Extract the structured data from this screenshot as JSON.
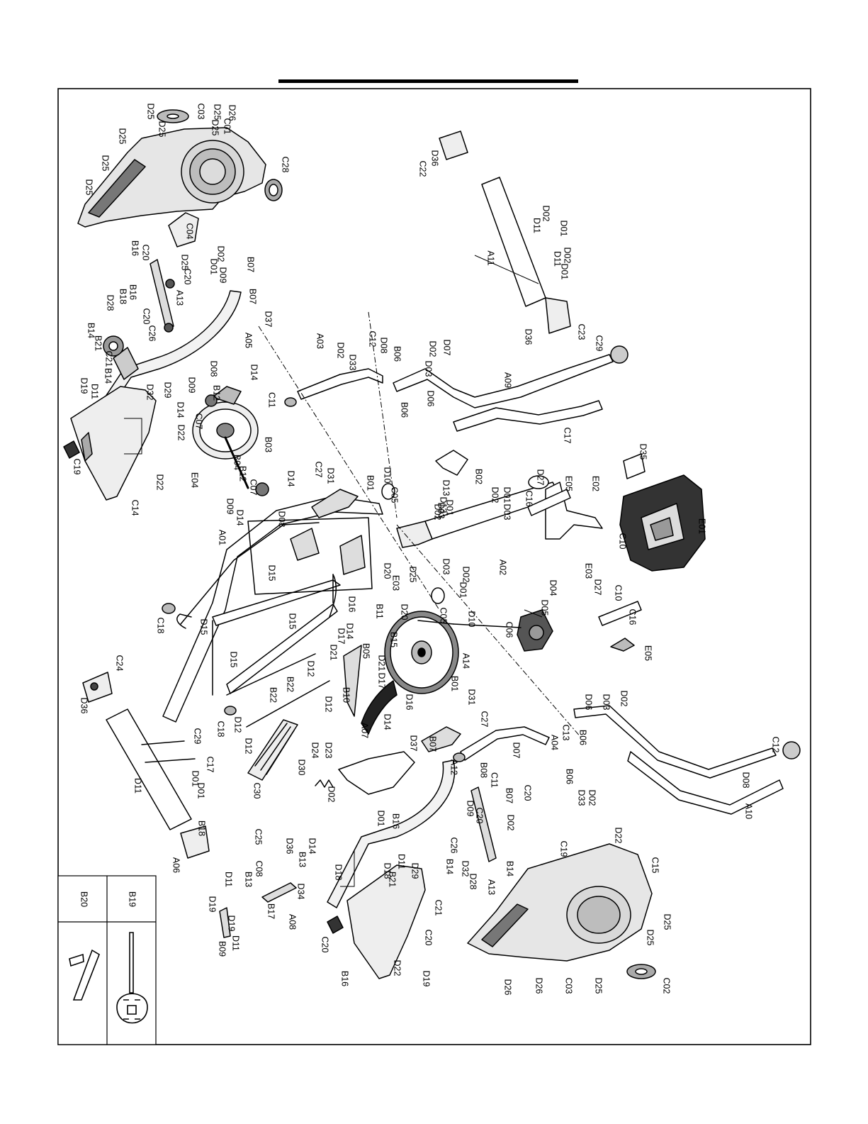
{
  "tools_table": {
    "cells": [
      {
        "code": "B20",
        "tool": "allen-key-icon"
      },
      {
        "code": "B19",
        "tool": "combination-wrench-icon"
      }
    ]
  },
  "labels": [
    {
      "t": "C01"
    },
    {
      "t": "D26"
    },
    {
      "t": "D25"
    },
    {
      "t": "C03"
    },
    {
      "t": "D25"
    },
    {
      "t": "D25"
    },
    {
      "t": "D25"
    },
    {
      "t": "D25"
    },
    {
      "t": "D25"
    },
    {
      "t": "D25"
    },
    {
      "t": "C28"
    },
    {
      "t": "C04"
    },
    {
      "t": "D25"
    },
    {
      "t": "B16"
    },
    {
      "t": "C20"
    },
    {
      "t": "D02"
    },
    {
      "t": "D01"
    },
    {
      "t": "B07"
    },
    {
      "t": "D09"
    },
    {
      "t": "C20"
    },
    {
      "t": "A13"
    },
    {
      "t": "B16"
    },
    {
      "t": "C20"
    },
    {
      "t": "B18"
    },
    {
      "t": "D28"
    },
    {
      "t": "C26"
    },
    {
      "t": "B14"
    },
    {
      "t": "B21"
    },
    {
      "t": "C21"
    },
    {
      "t": "B14"
    },
    {
      "t": "B07"
    },
    {
      "t": "D37"
    },
    {
      "t": "A05"
    },
    {
      "t": "D14"
    },
    {
      "t": "D08"
    },
    {
      "t": "D09"
    },
    {
      "t": "D32"
    },
    {
      "t": "D29"
    },
    {
      "t": "D11"
    },
    {
      "t": "D19"
    },
    {
      "t": "D14"
    },
    {
      "t": "B12"
    },
    {
      "t": "C07"
    },
    {
      "t": "D22"
    },
    {
      "t": "C19"
    },
    {
      "t": "D22"
    },
    {
      "t": "C14"
    },
    {
      "t": "B03"
    },
    {
      "t": "B04"
    },
    {
      "t": "B12"
    },
    {
      "t": "C07"
    },
    {
      "t": "D14"
    },
    {
      "t": "D09"
    },
    {
      "t": "D14"
    },
    {
      "t": "D08"
    },
    {
      "t": "E04"
    },
    {
      "t": "C22"
    },
    {
      "t": "D36"
    },
    {
      "t": "A11"
    },
    {
      "t": "D02"
    },
    {
      "t": "D11"
    },
    {
      "t": "D01"
    },
    {
      "t": "D02"
    },
    {
      "t": "D11"
    },
    {
      "t": "D01"
    },
    {
      "t": "C23"
    },
    {
      "t": "D36"
    },
    {
      "t": "C29"
    },
    {
      "t": "C12"
    },
    {
      "t": "D08"
    },
    {
      "t": "D02"
    },
    {
      "t": "D33"
    },
    {
      "t": "B06"
    },
    {
      "t": "A03"
    },
    {
      "t": "D07"
    },
    {
      "t": "D02"
    },
    {
      "t": "D03"
    },
    {
      "t": "A09"
    },
    {
      "t": "D06"
    },
    {
      "t": "B06"
    },
    {
      "t": "C11"
    },
    {
      "t": "C17"
    },
    {
      "t": "C27"
    },
    {
      "t": "D31"
    },
    {
      "t": "B01"
    },
    {
      "t": "D10"
    },
    {
      "t": "C05"
    },
    {
      "t": "B02"
    },
    {
      "t": "D13"
    },
    {
      "t": "D13"
    },
    {
      "t": "D35"
    },
    {
      "t": "D27"
    },
    {
      "t": "E05"
    },
    {
      "t": "C16"
    },
    {
      "t": "E02"
    },
    {
      "t": "D02"
    },
    {
      "t": "D03"
    },
    {
      "t": "D01"
    },
    {
      "t": "D02"
    },
    {
      "t": "D01"
    },
    {
      "t": "D03"
    },
    {
      "t": "A01"
    },
    {
      "t": "D15"
    },
    {
      "t": "D20"
    },
    {
      "t": "D25"
    },
    {
      "t": "E03"
    },
    {
      "t": "D03"
    },
    {
      "t": "D02"
    },
    {
      "t": "D01"
    },
    {
      "t": "A02"
    },
    {
      "t": "C10"
    },
    {
      "t": "E03"
    },
    {
      "t": "E01"
    },
    {
      "t": "D27"
    },
    {
      "t": "C10"
    },
    {
      "t": "D04"
    },
    {
      "t": "C16"
    },
    {
      "t": "D05"
    },
    {
      "t": "E05"
    },
    {
      "t": "C18"
    },
    {
      "t": "D15"
    },
    {
      "t": "D15"
    },
    {
      "t": "D16"
    },
    {
      "t": "D14"
    },
    {
      "t": "D17"
    },
    {
      "t": "B11"
    },
    {
      "t": "D20"
    },
    {
      "t": "B15"
    },
    {
      "t": "C05"
    },
    {
      "t": "D10"
    },
    {
      "t": "C06"
    },
    {
      "t": "D21"
    },
    {
      "t": "B05"
    },
    {
      "t": "D15"
    },
    {
      "t": "D12"
    },
    {
      "t": "A14"
    },
    {
      "t": "D21"
    },
    {
      "t": "D17"
    },
    {
      "t": "D16"
    },
    {
      "t": "D14"
    },
    {
      "t": "B10"
    },
    {
      "t": "A07"
    },
    {
      "t": "B22"
    },
    {
      "t": "B22"
    },
    {
      "t": "D12"
    },
    {
      "t": "B01"
    },
    {
      "t": "D31"
    },
    {
      "t": "C27"
    },
    {
      "t": "C24"
    },
    {
      "t": "D36"
    },
    {
      "t": "C18"
    },
    {
      "t": "D12"
    },
    {
      "t": "D12"
    },
    {
      "t": "D24"
    },
    {
      "t": "D23"
    },
    {
      "t": "D30"
    },
    {
      "t": "C30"
    },
    {
      "t": "D37"
    },
    {
      "t": "B07"
    },
    {
      "t": "C13"
    },
    {
      "t": "B06"
    },
    {
      "t": "D06"
    },
    {
      "t": "D03"
    },
    {
      "t": "D02"
    },
    {
      "t": "D07"
    },
    {
      "t": "A04"
    },
    {
      "t": "B06"
    },
    {
      "t": "D33"
    },
    {
      "t": "D02"
    },
    {
      "t": "D08"
    },
    {
      "t": "C12"
    },
    {
      "t": "A10"
    },
    {
      "t": "C29"
    },
    {
      "t": "C17"
    },
    {
      "t": "D01"
    },
    {
      "t": "D01"
    },
    {
      "t": "D11"
    },
    {
      "t": "D02"
    },
    {
      "t": "A12"
    },
    {
      "t": "B08"
    },
    {
      "t": "C11"
    },
    {
      "t": "B07"
    },
    {
      "t": "C20"
    },
    {
      "t": "D09"
    },
    {
      "t": "C20"
    },
    {
      "t": "D02"
    },
    {
      "t": "D01"
    },
    {
      "t": "B16"
    },
    {
      "t": "C26"
    },
    {
      "t": "B18"
    },
    {
      "t": "A06"
    },
    {
      "t": "C25"
    },
    {
      "t": "D36"
    },
    {
      "t": "D14"
    },
    {
      "t": "B13"
    },
    {
      "t": "C08"
    },
    {
      "t": "B13"
    },
    {
      "t": "D34"
    },
    {
      "t": "B17"
    },
    {
      "t": "A08"
    },
    {
      "t": "D11"
    },
    {
      "t": "D19"
    },
    {
      "t": "D19"
    },
    {
      "t": "D11"
    },
    {
      "t": "B09"
    },
    {
      "t": "D18"
    },
    {
      "t": "D18"
    },
    {
      "t": "D11"
    },
    {
      "t": "D29"
    },
    {
      "t": "B14"
    },
    {
      "t": "B21"
    },
    {
      "t": "C21"
    },
    {
      "t": "B14"
    },
    {
      "t": "D32"
    },
    {
      "t": "D28"
    },
    {
      "t": "A13"
    },
    {
      "t": "C20"
    },
    {
      "t": "C20"
    },
    {
      "t": "B16"
    },
    {
      "t": "D19"
    },
    {
      "t": "D22"
    },
    {
      "t": "C19"
    },
    {
      "t": "D22"
    },
    {
      "t": "C15"
    },
    {
      "t": "D25"
    },
    {
      "t": "D25"
    },
    {
      "t": "C02"
    },
    {
      "t": "D26"
    },
    {
      "t": "D26"
    },
    {
      "t": "C03"
    },
    {
      "t": "D25"
    },
    {
      "t": "D25"
    },
    {
      "t": "D25"
    },
    {
      "t": "D25"
    }
  ]
}
